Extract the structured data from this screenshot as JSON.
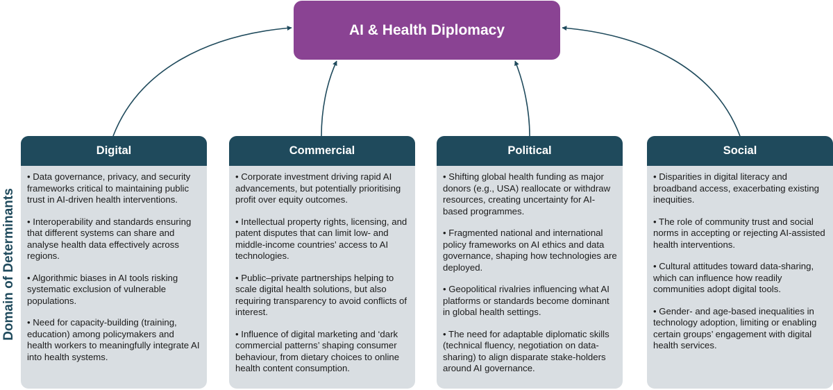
{
  "title": "AI & Health Diplomacy",
  "side_label": "Domain of Determinants",
  "colors": {
    "title_box": "#8a4393",
    "header": "#1f4a5c",
    "card_body": "#d9dee2",
    "arrow": "#1f4a5c"
  },
  "domains": [
    {
      "name": "Digital",
      "points": [
        "• Data governance, privacy, and security frameworks critical to maintaining public trust in AI-driven health interventions.",
        "• Interoperability and standards ensuring that different systems can share and analyse health data effectively across regions.",
        "• Algorithmic biases in AI tools risking systematic exclusion of vulnerable populations.",
        "• Need for capacity-building (training, education) among policymakers and health workers to meaningfully integrate AI into health systems."
      ]
    },
    {
      "name": "Commercial",
      "points": [
        "• Corporate investment driving rapid AI advancements, but potentially prioritising profit over equity outcomes.",
        "• Intellectual property rights, licensing, and patent disputes that can limit low- and middle-income countries’ access to AI technologies.",
        "• Public–private partnerships helping to scale digital health solutions, but also requiring transparency to avoid conflicts of interest.",
        "• Influence of digital marketing and ‘dark commercial patterns’ shaping consumer behaviour, from dietary choices to online health content consumption."
      ]
    },
    {
      "name": "Political",
      "points": [
        "• Shifting global health funding as major donors (e.g., USA) reallocate or withdraw resources, creating uncertainty for AI-based programmes.",
        "• Fragmented national and international policy frameworks on AI ethics and data governance, shaping how technologies are deployed.",
        "• Geopolitical rivalries influencing what AI platforms or standards become dominant in global health settings.",
        "• The need for adaptable diplomatic skills (technical fluency, negotiation on data-sharing) to align disparate stake-holders around AI governance."
      ]
    },
    {
      "name": "Social",
      "points": [
        "• Disparities in digital literacy and broadband access, exacerbating existing inequities.",
        "• The role of community trust and social norms in accepting or rejecting AI-assisted health interventions.",
        "• Cultural attitudes toward data-sharing, which can influence how readily communities adopt digital tools.",
        "• Gender- and age-based inequalities in technology adoption, limiting or enabling certain groups’ engagement with digital health services."
      ]
    }
  ]
}
